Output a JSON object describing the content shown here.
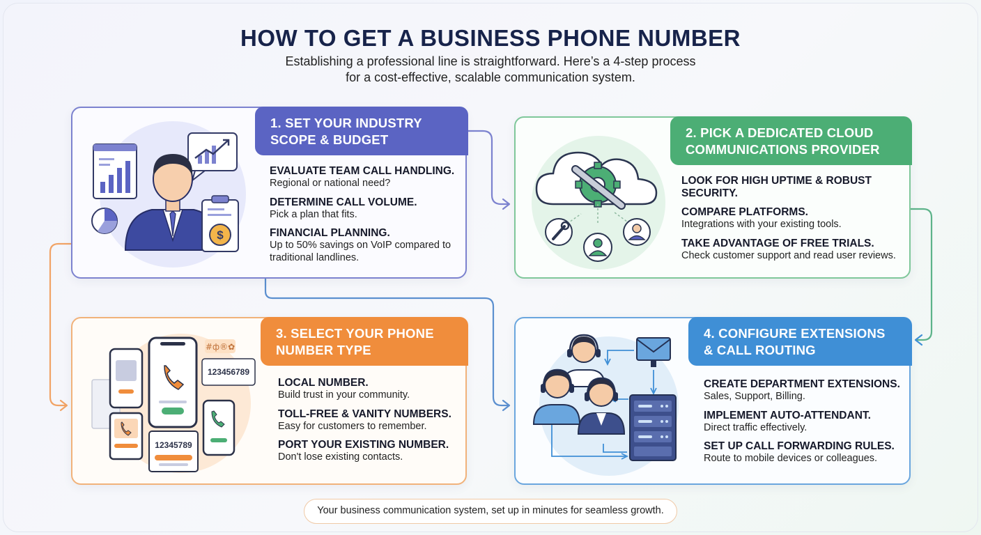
{
  "title": "HOW TO GET A BUSINESS PHONE NUMBER",
  "subtitle": {
    "line1": "Establishing a professional line is straightforward. Here’s a 4-step process",
    "line2": "for a cost-effective, scalable communication system."
  },
  "steps": [
    {
      "header_line1": "1. SET YOUR INDUSTRY",
      "header_line2": "SCOPE & BUDGET",
      "items": [
        {
          "title": "EVALUATE TEAM CALL HANDLING.",
          "desc": "Regional or national need?"
        },
        {
          "title": "DETERMINE CALL VOLUME.",
          "desc": "Pick a plan that fits."
        },
        {
          "title": "FINANCIAL PLANNING.",
          "desc": "Up to 50% savings on VoIP compared to traditional landlines."
        }
      ]
    },
    {
      "header_line1": "2. PICK A DEDICATED CLOUD",
      "header_line2": "COMMUNICATIONS PROVIDER",
      "items": [
        {
          "title": "LOOK FOR HIGH UPTIME & ROBUST SECURITY.",
          "desc": ""
        },
        {
          "title": "COMPARE PLATFORMS.",
          "desc": "Integrations with your existing tools."
        },
        {
          "title": "TAKE ADVANTAGE OF FREE TRIALS.",
          "desc": "Check customer support and read user reviews."
        }
      ]
    },
    {
      "header_line1": "3. SELECT YOUR PHONE",
      "header_line2": "NUMBER TYPE",
      "items": [
        {
          "title": "LOCAL NUMBER.",
          "desc": "Build trust in your community."
        },
        {
          "title": "TOLL-FREE & VANITY NUMBERS.",
          "desc": "Easy for customers to remember."
        },
        {
          "title": "PORT YOUR EXISTING NUMBER.",
          "desc": "Don't lose existing contacts."
        }
      ]
    },
    {
      "header_line1": "4. CONFIGURE EXTENSIONS",
      "header_line2": "& CALL ROUTING",
      "items": [
        {
          "title": "CREATE DEPARTMENT EXTENSIONS.",
          "desc": "Sales, Support, Billing."
        },
        {
          "title": "IMPLEMENT AUTO-ATTENDANT.",
          "desc": "Direct traffic effectively."
        },
        {
          "title": "SET UP CALL FORWARDING RULES.",
          "desc": "Route to mobile devices or colleagues."
        }
      ]
    }
  ],
  "illustration_text": {
    "vanity_tag": "#ф®✿",
    "number_a": "123456789",
    "number_b": "12345789",
    "dollar": "$"
  },
  "colors": {
    "step1": "#5b64c3",
    "step2": "#4cae75",
    "step3": "#f08d3c",
    "step4": "#3f8fd6",
    "title": "#17234a"
  },
  "icons": [
    "analytics-chart-icon",
    "businessman-icon",
    "growth-chat-icon",
    "pie-chart-icon",
    "budget-clipboard-icon",
    "cloud-gear-wrench-icon",
    "wrench-icon",
    "user-icon",
    "phone-icon",
    "email-icon",
    "server-icon",
    "headset-agent-icon"
  ],
  "footer": "Your business communication system, set up in minutes for seamless growth."
}
